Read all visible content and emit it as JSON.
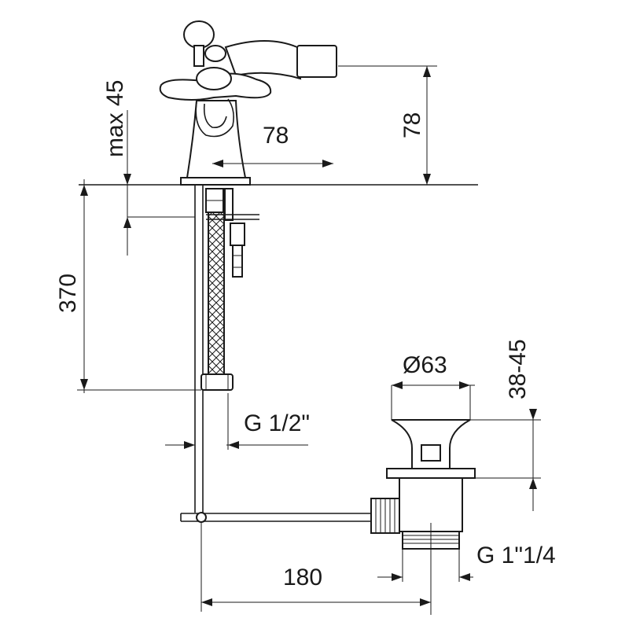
{
  "dimensions": {
    "max45": "max 45",
    "width78": "78",
    "height78": "78",
    "d370": "370",
    "d63": "Ø63",
    "d38_45": "38-45",
    "g12": "G 1/2\"",
    "g114": "G 1\"1/4",
    "d180": "180"
  },
  "colors": {
    "line": "#1a1a1a",
    "background": "#ffffff"
  }
}
